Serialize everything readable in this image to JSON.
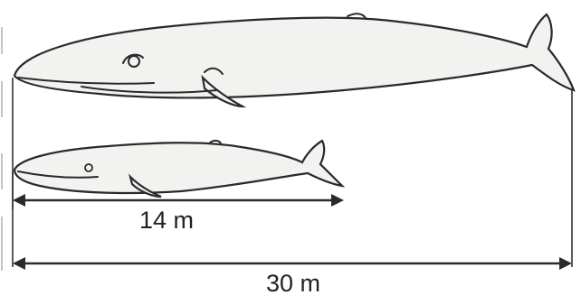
{
  "diagram": {
    "small_whale": {
      "length_label": "14 m",
      "length_m": 14
    },
    "large_whale": {
      "length_label": "30 m",
      "length_m": 30
    },
    "colors": {
      "outline": "#2a2a2a",
      "body_fill": "#f2f2f0",
      "background": "#ffffff"
    }
  }
}
